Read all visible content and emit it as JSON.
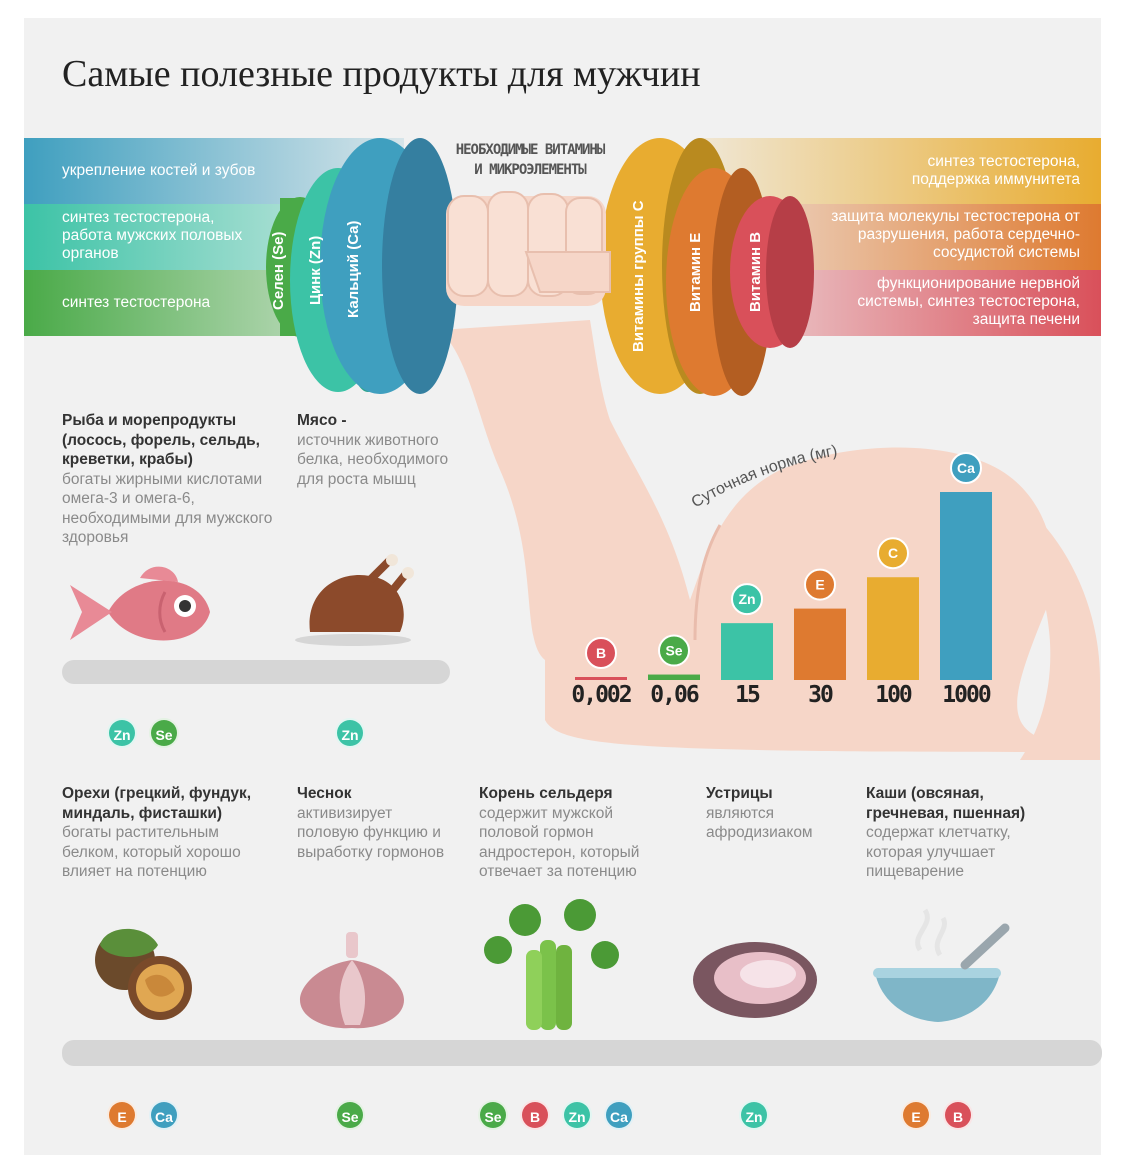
{
  "title": "Самые полезные продукты для мужчин",
  "center_heading": [
    "НЕОБХОДИМЫЕ ВИТАМИНЫ",
    "И МИКРОЭЛЕМЕНТЫ"
  ],
  "left_plates": [
    {
      "label": "Селен (Se)",
      "color": "#4aaa48"
    },
    {
      "label": "Цинк (Zn)",
      "color": "#3cc3a6"
    },
    {
      "label": "Кальций (Ca)",
      "color": "#3f9fbf"
    }
  ],
  "right_plates": [
    {
      "label": "Витамины группы С",
      "color": "#e8ac30"
    },
    {
      "label": "Витамин Е",
      "color": "#de7a30"
    },
    {
      "label": "Витамин В",
      "color": "#d9505a"
    }
  ],
  "left_bands": [
    {
      "text": "укрепление костей и зубов",
      "color": "#3f9fbf"
    },
    {
      "text": "синтез тестостерона, работа мужских половых органов",
      "color": "#3cc3a6"
    },
    {
      "text": "синтез тестостерона",
      "color": "#4aaa48"
    }
  ],
  "right_bands": [
    {
      "text": "синтез тестостерона, поддержка иммунитета",
      "color": "#e8ac30"
    },
    {
      "text": "защита молекулы тестостерона от разрушения, работа сердечно-сосудистой системы",
      "color": "#de7a30"
    },
    {
      "text": "функционирование нервной системы, синтез тестостерона, защита печени",
      "color": "#d9505a"
    }
  ],
  "chart_data": {
    "type": "bar",
    "title": "Суточная норма (мг)",
    "categories": [
      "B",
      "Se",
      "Zn",
      "E",
      "C",
      "Ca"
    ],
    "value_labels": [
      "0,002",
      "0,06",
      "15",
      "30",
      "100",
      "1000"
    ],
    "values": [
      0.002,
      0.06,
      15,
      30,
      100,
      1000
    ],
    "colors": [
      "#d9505a",
      "#4aaa48",
      "#3cc3a6",
      "#de7a30",
      "#e8ac30",
      "#3f9fbf"
    ]
  },
  "foods_top": [
    {
      "name": "Рыба и морепродукты (лосось, форель, сельдь, креветки, крабы)",
      "desc": "богаты жирными кислотами омега-3 и омега-6, необходимыми для мужского здоровья",
      "badges": [
        "Zn",
        "Se"
      ]
    },
    {
      "name": "Мясо -",
      "desc": "источник животного белка, необходимого для роста мышц",
      "badges": [
        "Zn"
      ]
    }
  ],
  "foods_bottom": [
    {
      "name": "Орехи (грецкий, фундук, миндаль, фисташки)",
      "desc": "богаты растительным белком, который хорошо влияет на потенцию",
      "badges": [
        "E",
        "Ca"
      ]
    },
    {
      "name": "Чеснок",
      "desc": "активизирует половую функцию и выработку гормонов",
      "badges": [
        "Se"
      ]
    },
    {
      "name": "Корень сельдеря",
      "desc": "содержит мужской половой гормон андростерон, который отвечает за потенцию",
      "badges": [
        "Se",
        "B",
        "Zn",
        "Ca"
      ]
    },
    {
      "name": "Устрицы",
      "desc": "являются афродизиаком",
      "badges": [
        "Zn"
      ]
    },
    {
      "name": "Каши (овсяная, гречневая, пшенная)",
      "desc": "содержат клетчатку, которая улучшает пищеварение",
      "badges": [
        "E",
        "B"
      ]
    }
  ],
  "badge_colors": {
    "Zn": "#3cc3a6",
    "Se": "#4aaa48",
    "E": "#de7a30",
    "Ca": "#3f9fbf",
    "B": "#d9505a",
    "C": "#e8ac30"
  }
}
